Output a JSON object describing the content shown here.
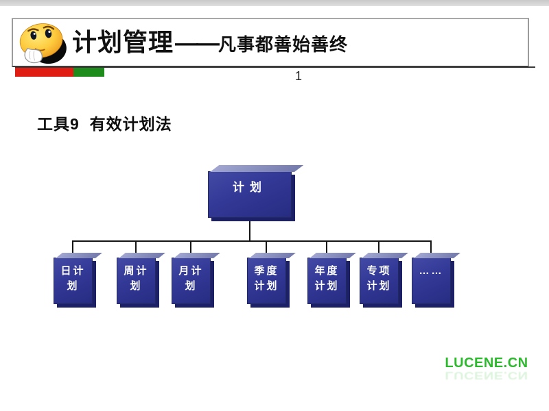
{
  "header": {
    "title_main": "计划管理",
    "title_dash": "——",
    "title_sub": "凡事都善始善终",
    "emoji_icon": "thinking-face"
  },
  "page_number": "1",
  "subtitle": "工具9  有效计划法",
  "chart": {
    "type": "org-tree",
    "root": {
      "label": "计划"
    },
    "children": [
      {
        "label": "日计划"
      },
      {
        "label": "周计划"
      },
      {
        "label": "月计划"
      },
      {
        "label": "季度计划"
      },
      {
        "label": "年度计划"
      },
      {
        "label": "专项计划"
      },
      {
        "label": "……"
      }
    ]
  },
  "watermark": {
    "text": "LUCENE.CN"
  },
  "colors": {
    "box_front": "#323895",
    "box_top_face": "#8a90c0",
    "box_depth": "#1c2066",
    "bar_red": "#df1d12",
    "bar_green": "#1d8c1d",
    "watermark_green": "#2db92d",
    "connector": "#141414"
  }
}
